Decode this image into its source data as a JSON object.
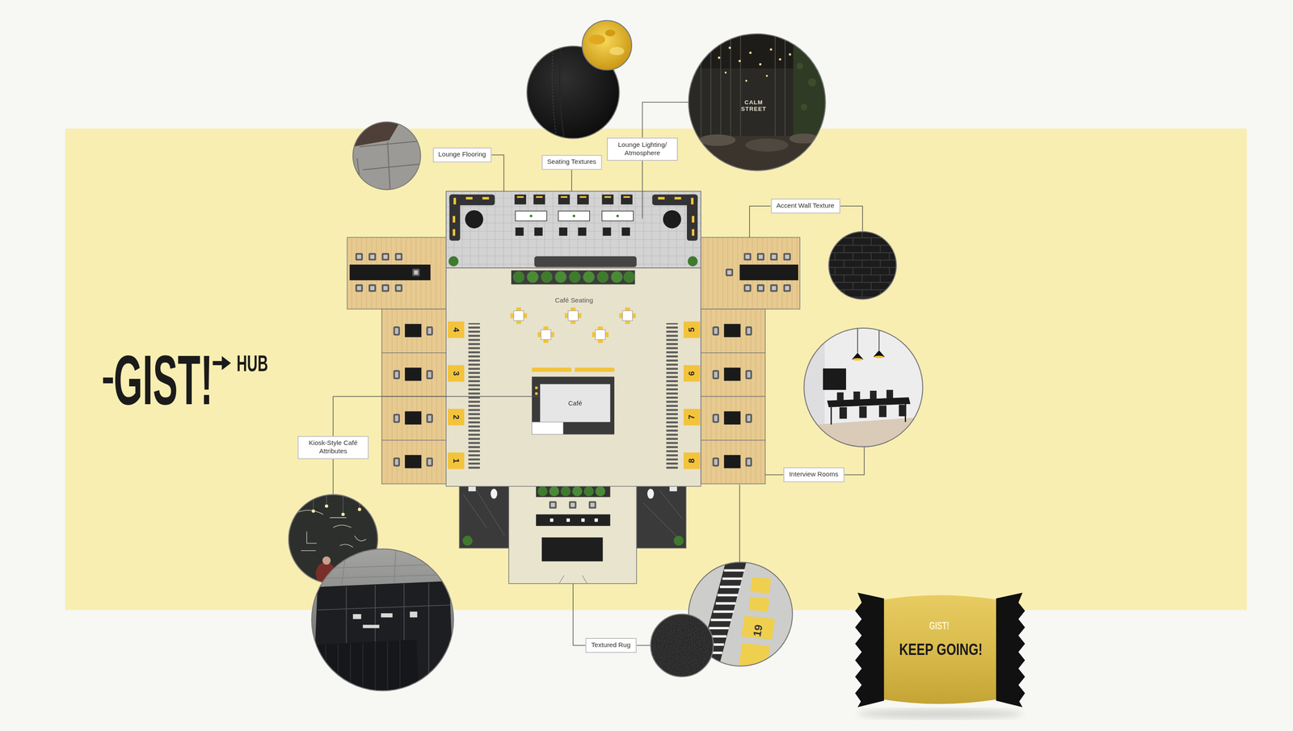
{
  "diagram": {
    "nodes": [
      {
        "text": [
          "Lounge Flooring"
        ]
      },
      {
        "text": [
          "Seating Textures"
        ]
      },
      {
        "text": [
          "Lounge Lighting/ Atmosphere"
        ]
      },
      {
        "text": [
          "Accent Wall Texture"
        ]
      },
      {
        "text": [
          "Café Seating"
        ]
      },
      {
        "text": [
          "Café"
        ],
        "in": 4
      },
      {
        "text": [
          "4"
        ],
        "in": 4
      },
      {
        "text": [
          "3"
        ],
        "in": 4
      },
      {
        "text": [
          "2"
        ],
        "in": 4
      },
      {
        "text": [
          "1"
        ],
        "in": 4
      },
      {
        "text": [
          "5"
        ],
        "in": 4
      },
      {
        "text": [
          "6"
        ],
        "in": 4
      },
      {
        "text": [
          "7"
        ],
        "in": 4
      },
      {
        "text": [
          "8"
        ],
        "in": 4
      },
      {
        "text": [
          "Kiosk-Style Café Attributes"
        ]
      },
      {
        "text": [
          "Interview Rooms"
        ]
      },
      {
        "text": [
          "Textured Rug"
        ]
      }
    ],
    "edges": [
      {
        "from": 0,
        "to": 4,
        "arrow": "none"
      },
      {
        "from": 1,
        "to": 4,
        "arrow": "none"
      },
      {
        "from": 2,
        "to": 4,
        "arrow": "none"
      },
      {
        "from": 3,
        "to": 4,
        "arrow": "none"
      },
      {
        "from": 14,
        "to": 5,
        "arrow": "none"
      },
      {
        "from": 15,
        "to": 4,
        "arrow": "none"
      },
      {
        "from": 16,
        "to": 4,
        "arrow": "none"
      }
    ],
    "labels": [
      "GIST!",
      "HUB",
      "CALM STREET",
      "19",
      "GIST!",
      "KEEP GOING!"
    ]
  }
}
